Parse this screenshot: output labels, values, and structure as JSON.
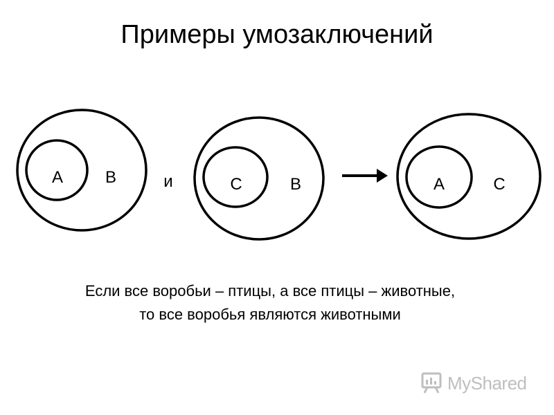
{
  "title": "Примеры умозаключений",
  "diagram": {
    "groups": [
      {
        "outer_label": "B",
        "inner_label": "A"
      },
      {
        "outer_label": "B",
        "inner_label": "C"
      },
      {
        "outer_label": "C",
        "inner_label": "A"
      }
    ],
    "connector": "и",
    "arrow": "arrow-right-icon"
  },
  "caption": {
    "line1": "Если все воробьи – птицы, а все птицы – животные,",
    "line2": "то все воробья являются животными"
  },
  "watermark": {
    "text": "MyShared",
    "icon": "presentation-board-icon",
    "color": "#8a8a8a"
  }
}
